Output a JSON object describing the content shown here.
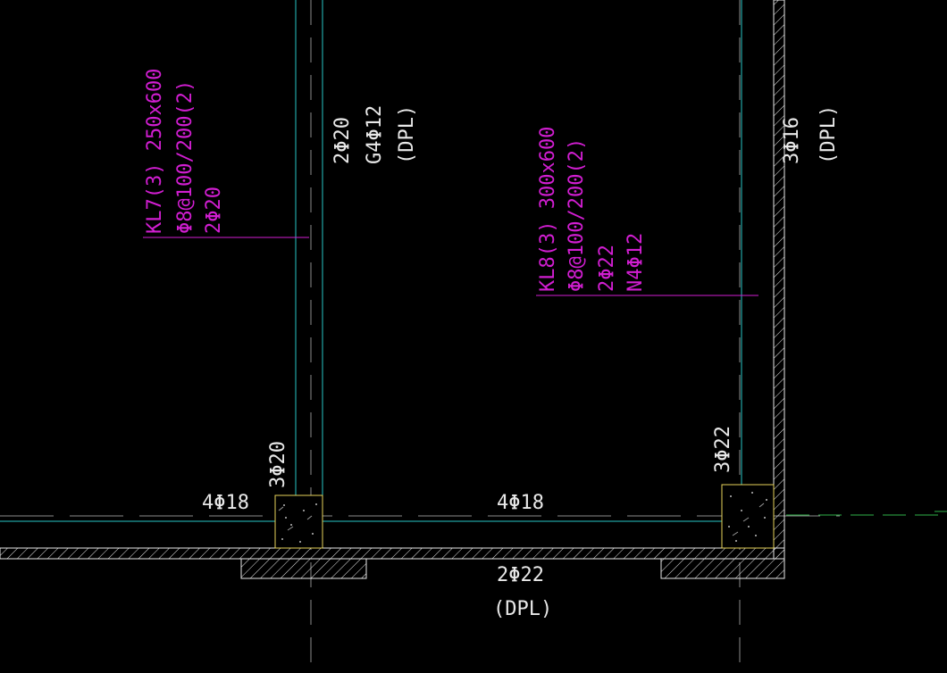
{
  "beam_annotations": {
    "kl7": {
      "line1": "KL7(3) 250x600",
      "line2": "Φ8@100/200(2)",
      "line3": "2Φ20"
    },
    "kl8": {
      "line1": "KL8(3) 300x600",
      "line2": "Φ8@100/200(2)",
      "line3": "2Φ22",
      "line4": "N4Φ12"
    }
  },
  "vertical_beam_left": {
    "line1": "2Φ20",
    "line2": "G4Φ12",
    "line3": "(DPL)"
  },
  "vertical_beam_right": {
    "line1": "3Φ16",
    "line2": "(DPL)"
  },
  "column_labels": {
    "left": "3Φ20",
    "right": "3Φ22"
  },
  "horizontal_labels": {
    "left_top": "4Φ18",
    "mid_top": "4Φ18",
    "bottom": "2Φ22",
    "bottom_dpl": "(DPL)"
  },
  "colors": {
    "background": "#000000",
    "magenta": "#d21ed2",
    "cyan": "#27c6c6",
    "white": "#e8e8e8",
    "yellow": "#e6d25a",
    "gray": "#8c8c8c",
    "green": "#2fb24a"
  }
}
